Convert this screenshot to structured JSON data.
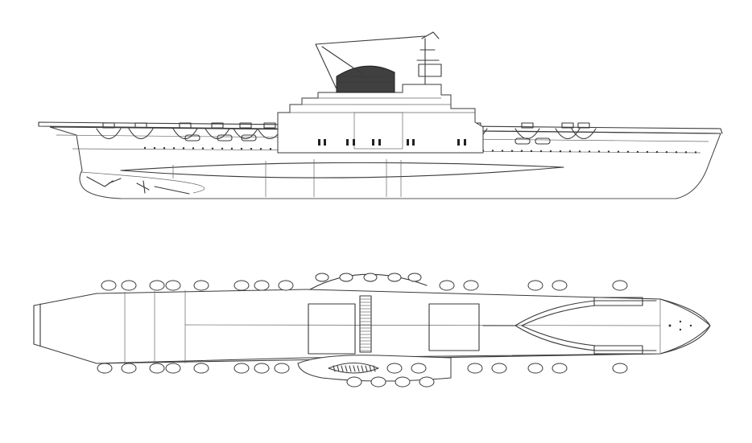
{
  "drawing": {
    "views": [
      "side-elevation",
      "plan-view"
    ],
    "subject": "aircraft-carrier",
    "colors": {
      "paper": "#ffffff",
      "pencil": "#3a3a3a",
      "shading": "#1e1e1e"
    }
  }
}
